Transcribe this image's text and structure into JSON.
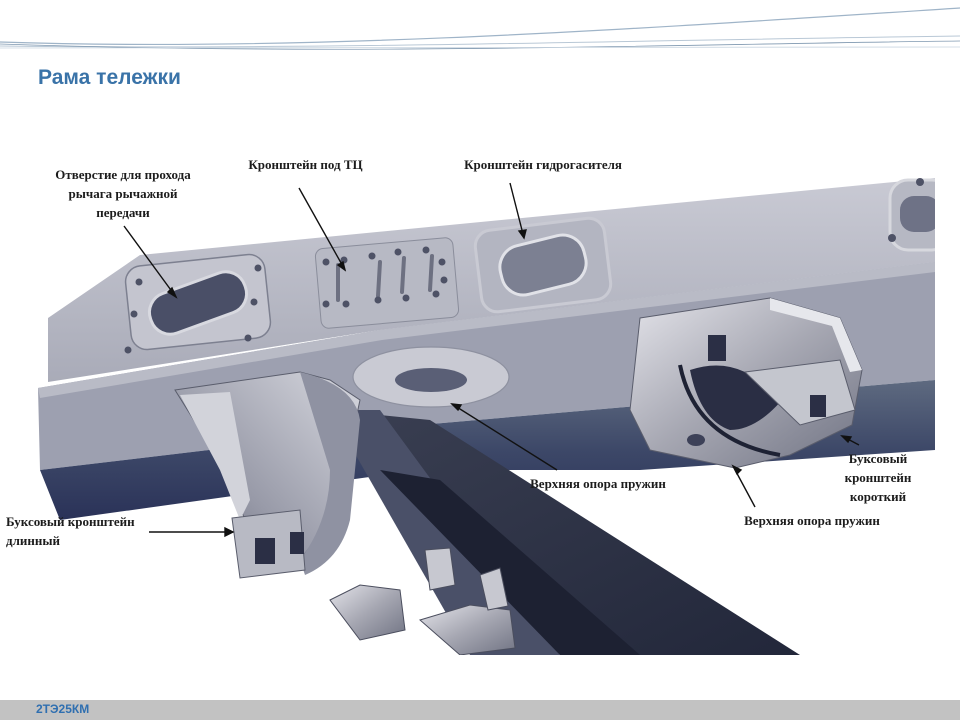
{
  "slide": {
    "title": "Рама тележки",
    "footer": "2ТЭ25КМ",
    "accent_color": "#3a73a8",
    "footer_bar_color": "#c2c2c2"
  },
  "figure": {
    "callouts": {
      "hole_lever": "Отверстие для прохода\nрычага рычажной\nпередачи",
      "bracket_tc": "Кронштейн под ТЦ",
      "bracket_damper": "Кронштейн гидрогасителя",
      "spring_support_center": "Верхняя опора пружин",
      "axlebox_short": "Буксовый\nкронштейн\nкороткий",
      "axlebox_long": "Буксовый кронштейн\nдлинный",
      "spring_support_right": "Верхняя опора пружин"
    }
  }
}
